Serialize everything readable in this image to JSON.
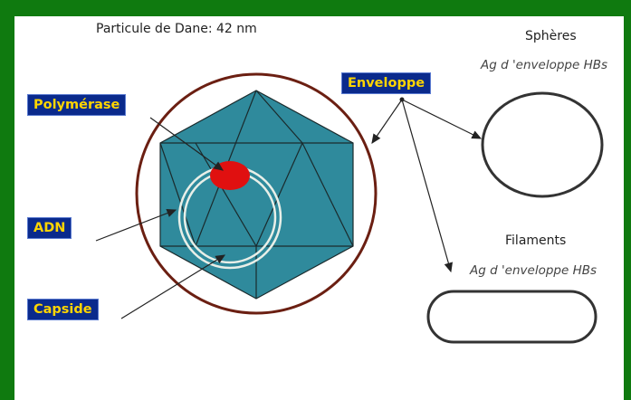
{
  "title": "Particule de Dane: 42 nm",
  "labels": {
    "polymerase": "Polymérase",
    "adn": "ADN",
    "capside": "Capside",
    "enveloppe": "Enveloppe"
  },
  "spheres": {
    "title": "Sphères",
    "subtitle": "Ag d 'enveloppe HBs"
  },
  "filaments": {
    "title": "Filaments",
    "subtitle": "Ag d 'enveloppe HBs"
  },
  "colors": {
    "frame": "#0f7a0f",
    "label_bg": "#0a2a8c",
    "label_text": "#ffd500",
    "capsid": "#2f8a9c",
    "envelope_ring": "#6b1f12",
    "polymerase": "#e01010"
  }
}
